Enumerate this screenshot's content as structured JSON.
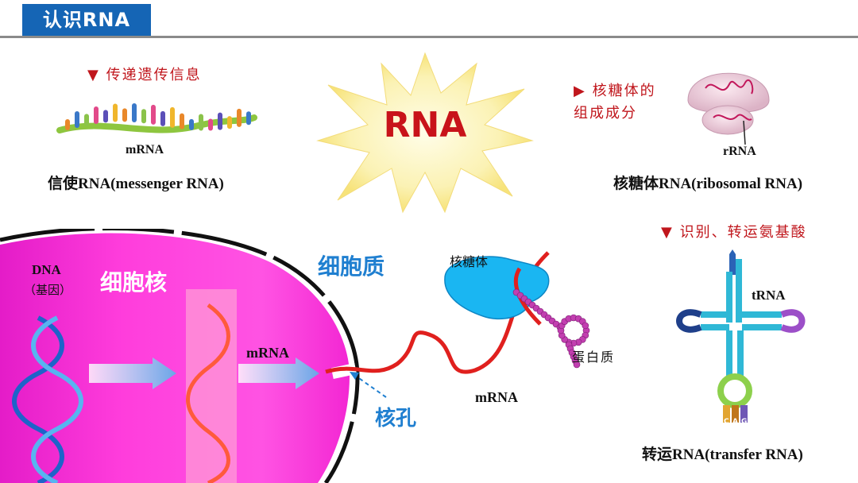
{
  "title": "认识RNA",
  "center_label": "RNA",
  "mrna_section": {
    "note": "▼ 传递遗传信息",
    "diagram_label": "mRNA",
    "caption_cn": "信使",
    "caption_en": "RNA(messenger RNA)"
  },
  "rrna_section": {
    "note_line1": "▶ 核糖体的",
    "note_line2": "组成成分",
    "diagram_label": "rRNA",
    "caption_cn": "核糖体",
    "caption_en": "RNA(ribosomal RNA)"
  },
  "trna_section": {
    "note": "▼ 识别、转运氨基酸",
    "diagram_label": "tRNA",
    "anticodon": [
      "C",
      "A",
      "G"
    ],
    "caption_cn": "转运",
    "caption_en": "RNA(transfer RNA)"
  },
  "cell_diagram": {
    "dna_label": "DNA",
    "gene_label": "（基因）",
    "nucleus_label": "细胞核",
    "cytoplasm_label": "细胞质",
    "mrna_inside": "mRNA",
    "nuclear_pore": "核孔",
    "ribosome_label": "核糖体",
    "protein_label": "蛋白质",
    "mrna_outside": "mRNA"
  },
  "colors": {
    "title_bg": "#1565b5",
    "note_red": "#c0161c",
    "nucleus_magenta": "#ff2fd6",
    "blue_label": "#1f7fd0",
    "ribosome_cyan": "#1ab6f2"
  }
}
